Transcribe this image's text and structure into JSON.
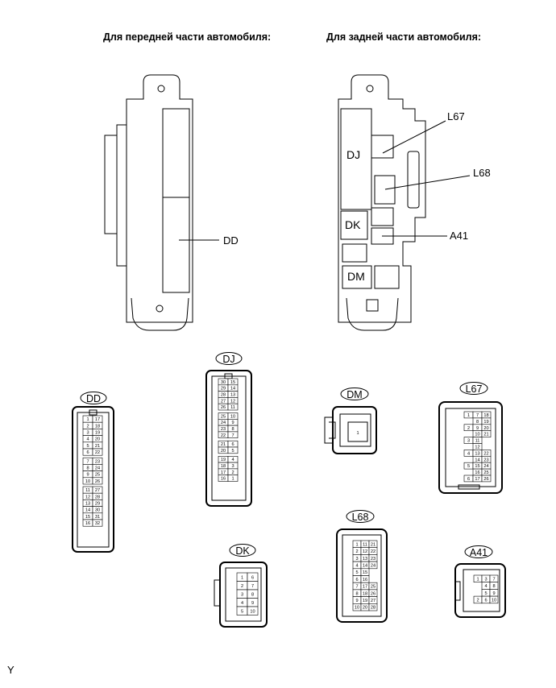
{
  "titles": {
    "front": "Для передней части автомобиля:",
    "rear": "Для задней части автомобиля:"
  },
  "front_block_labels": {
    "dd": "DD"
  },
  "rear_block_labels": {
    "dj": "DJ",
    "dk": "DK",
    "dm": "DM",
    "l67": "L67",
    "l68": "L68",
    "a41": "A41"
  },
  "connectors": {
    "dd": {
      "name": "DD",
      "left": [
        "1",
        "2",
        "3",
        "4",
        "5",
        "6",
        "",
        "7",
        "8",
        "9",
        "10",
        "",
        "11",
        "12",
        "13",
        "14",
        "15",
        "16"
      ],
      "right": [
        "17",
        "18",
        "19",
        "20",
        "21",
        "22",
        "",
        "23",
        "24",
        "25",
        "26",
        "",
        "27",
        "28",
        "29",
        "30",
        "31",
        "32"
      ]
    },
    "dj": {
      "name": "DJ",
      "left": [
        "30",
        "29",
        "28",
        "27",
        "26",
        "",
        "25",
        "24",
        "23",
        "22",
        "",
        "21",
        "20",
        "",
        "19",
        "18",
        "17",
        "16"
      ],
      "right": [
        "15",
        "14",
        "13",
        "12",
        "11",
        "",
        "10",
        "9",
        "8",
        "7",
        "",
        "6",
        "5",
        "",
        "4",
        "3",
        "2",
        "1"
      ]
    },
    "dm": {
      "name": "DM",
      "pins": [
        "1"
      ]
    },
    "dk": {
      "name": "DK",
      "left": [
        "1",
        "2",
        "3",
        "4",
        "5"
      ],
      "right": [
        "6",
        "7",
        "8",
        "9",
        "10"
      ]
    },
    "l67": {
      "name": "L67",
      "rows": [
        [
          "1",
          "7",
          "18"
        ],
        [
          "",
          "8",
          "19"
        ],
        [
          "2",
          "9",
          "20"
        ],
        [
          "",
          "10",
          "21"
        ],
        [
          "3",
          "11",
          ""
        ],
        [
          "",
          "12",
          ""
        ],
        [
          "4",
          "13",
          "22"
        ],
        [
          "",
          "14",
          "23"
        ],
        [
          "5",
          "15",
          "24"
        ],
        [
          "",
          "16",
          "25"
        ],
        [
          "6",
          "17",
          "26"
        ]
      ]
    },
    "l68": {
      "name": "L68",
      "rows": [
        [
          "1",
          "11",
          "21"
        ],
        [
          "2",
          "12",
          "22"
        ],
        [
          "3",
          "13",
          "23"
        ],
        [
          "4",
          "14",
          "24"
        ],
        [
          "5",
          "15",
          ""
        ],
        [
          "6",
          "16",
          ""
        ],
        [
          "7",
          "17",
          "25"
        ],
        [
          "8",
          "18",
          "26"
        ],
        [
          "9",
          "19",
          "27"
        ],
        [
          "10",
          "20",
          "28"
        ]
      ]
    },
    "a41": {
      "name": "A41",
      "rows": [
        [
          "1",
          "3",
          "7"
        ],
        [
          "",
          "4",
          "8"
        ],
        [
          "",
          "5",
          "9"
        ],
        [
          "2",
          "6",
          "10"
        ]
      ]
    }
  },
  "footer": {
    "code": "Y"
  }
}
